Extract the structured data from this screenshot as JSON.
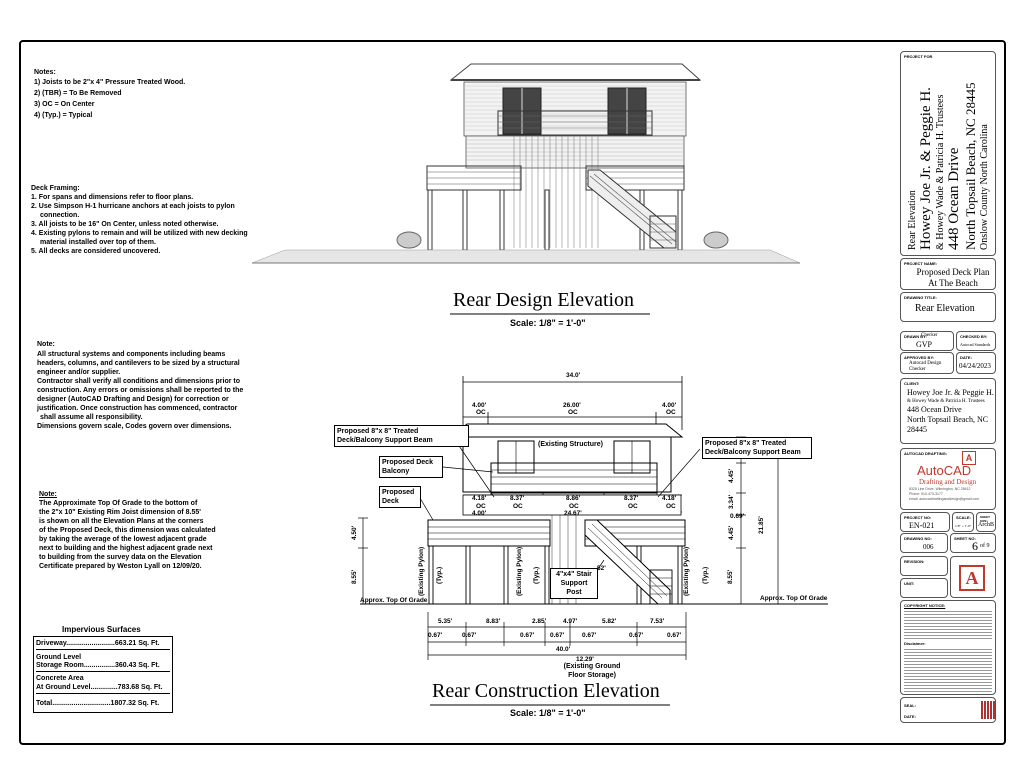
{
  "notes": {
    "heading": "Notes:",
    "items": [
      "1) Joists to be 2\"x 4\" Pressure Treated Wood.",
      "2) (TBR) = To Be Removed",
      "3) OC = On Center",
      "4) (Typ.) = Typical"
    ]
  },
  "deck_framing": {
    "heading": "Deck Framing:",
    "items": [
      "1. For spans and dimensions refer to floor plans.",
      "2. Use Simpson H-1 hurricane anchors at each joists to pylon",
      "connection.",
      "3. All joists to be 16\" On Center, unless noted otherwise.",
      "4. Existing pylons to remain and will be utilized with new decking",
      "material installed over top of them.",
      "5. All decks are considered uncovered."
    ]
  },
  "structural_note": {
    "heading": "Note:",
    "items": [
      "All structural systems and components including beams",
      "headers, columns, and cantilevers to be sized by a structural",
      "engineer and/or supplier.",
      "Contractor shall verify all conditions and dimensions prior to",
      "construction. Any errors or omissions shall be reported to the",
      "designer (AutoCAD Drafting and Design) for correction or",
      "justification. Once construction has commenced, contractor",
      "shall assume all responsibility.",
      "Dimensions govern scale, Codes govern over dimensions."
    ]
  },
  "grade_note": {
    "heading": "Note:",
    "items": [
      "The Approximate Top Of Grade to the bottom of",
      "the 2\"x 10\" Existing Rim Joist dimension of 8.55'",
      "is shown on all the Elevation Plans at the corners",
      "of the Proposed Deck, this dimension was calculated",
      "by taking the average of the lowest adjacent grade",
      "next to building and the highest adjacent grade next",
      "to building from the survey data on the Elevation",
      "Certificate prepared by Weston Lyall on 12/09/20."
    ]
  },
  "impervious": {
    "heading": "Impervious Surfaces",
    "rows": [
      "Driveway.........................663.21 Sq. Ft.",
      "Ground Level",
      "Storage Room................360.43 Sq. Ft.",
      "Concrete Area",
      "At Ground Level..............783.68 Sq. Ft.",
      "Total..............................1807.32 Sq. Ft."
    ]
  },
  "design_elevation": {
    "title": "Rear Design Elevation",
    "scale": "Scale: 1/8\" = 1'-0\""
  },
  "construction_elevation": {
    "title": "Rear Construction Elevation",
    "scale": "Scale: 1/8\" = 1'-0\"",
    "callouts": {
      "beam_left": "Proposed 8\"x 8\" Treated Deck/Balcony Support Beam",
      "beam_right": "Proposed 8\"x 8\" Treated Deck/Balcony Support Beam",
      "balcony": "Proposed Deck Balcony",
      "deck": "Proposed Deck",
      "existing_structure": "(Existing Structure)",
      "stair_post": "4\"x4\" Stair Support Post",
      "storage": "(Existing Ground Floor Storage)"
    },
    "dims": {
      "overall_top": "34.0'",
      "left_oc": "4.00'",
      "mid_oc": "26.00'",
      "right_oc": "4.00'",
      "oc": "OC",
      "row2": [
        "4.18'",
        "8.37'",
        "8.86'",
        "8.37'",
        "4.18'"
      ],
      "row2_left": "4.00'",
      "row2_total": "24.67'",
      "right_v": [
        "4.45'",
        "3.34'",
        "0.69'",
        "4.45'",
        "21.85'",
        "8.55'"
      ],
      "left_v": [
        "4.50'",
        "8.55'"
      ],
      "bottom_row1": [
        "5.35'",
        "8.83'",
        "2.85'",
        "4.97'",
        "5.82'",
        "7.53'"
      ],
      "bottom_row2": [
        "0.67'",
        "0.67'",
        "0.67'",
        "0.67'",
        "0.67'",
        "0.67'",
        "0.67'"
      ],
      "bottom_total": "40.0'",
      "bottom_storage": "12.29'",
      "stair_angle": "52'",
      "grade_left": "Approx. Top Of Grade",
      "grade_right": "Approx. Top Of Grade",
      "pylon": "(Existing Pylon)",
      "typ": "(Typ.)"
    }
  },
  "title_block": {
    "project_for_label": "PROJECT FOR",
    "project_lines": [
      "Rear Elevation",
      "Howey Joe Jr. & Peggie H.",
      "& Howey Wade & Patricia H. Trustees",
      "448 Ocean Drive",
      "North Topsail Beach, NC 28445",
      "Onslow County    North Carolina"
    ],
    "project_name_label": "PROJECT NAME:",
    "project_name": "Proposed Deck Plan At The Beach",
    "drawing_title_label": "DRAWING TITLE:",
    "drawing_title": "Rear Elevation",
    "drawn_label": "DRAWN BY:",
    "drawn_by": "GVP",
    "drawn_sub": "Checker",
    "checked_label": "CHECKED BY:",
    "checked_by": "Autocad Standards",
    "approved_label": "APPROVED BY:",
    "approved_by": "Autocad Design Checker",
    "date_label": "DATE:",
    "date": "04/24/2023",
    "client_label": "CLIENT:",
    "client_lines": [
      "Howey Joe Jr. & Peggie H.",
      "& Howey Wade & Patricia H. Trustees",
      "448 Ocean Drive",
      "North Topsail Beach, NC",
      "28445"
    ],
    "company_label": "AUTOCAD DRAFTING:",
    "company_name": "AutoCAD",
    "company_sub": "Drafting and Design",
    "company_lines": [
      "8325 Line Drive, Wilmington, NC 28412",
      "Phone: 910-470-3177",
      "email: autocaddraftinganddesign@gmail.com"
    ],
    "project_no_label": "PROJECT NO:",
    "project_no": "EN-021",
    "scale_label": "SCALE:",
    "scale": "1/8\" = 1'-0\"",
    "sheet_size_label": "SHEET SIZE:",
    "sheet_size": "ArchB",
    "drawing_no_label": "DRAWING NO:",
    "drawing_no": "006",
    "sheet_no_label": "SHEET NO:",
    "sheet_no": "6",
    "sheet_of": "of 9",
    "revision_label": "REVISION:",
    "unit_label": "UNIT:",
    "copyright_label": "COPYRIGHT NOTICE:",
    "disclaimer_label": "Disclaimer:",
    "seal_label": "SEAL:",
    "date2_label": "DATE:",
    "brand_color": "#c0392b"
  }
}
